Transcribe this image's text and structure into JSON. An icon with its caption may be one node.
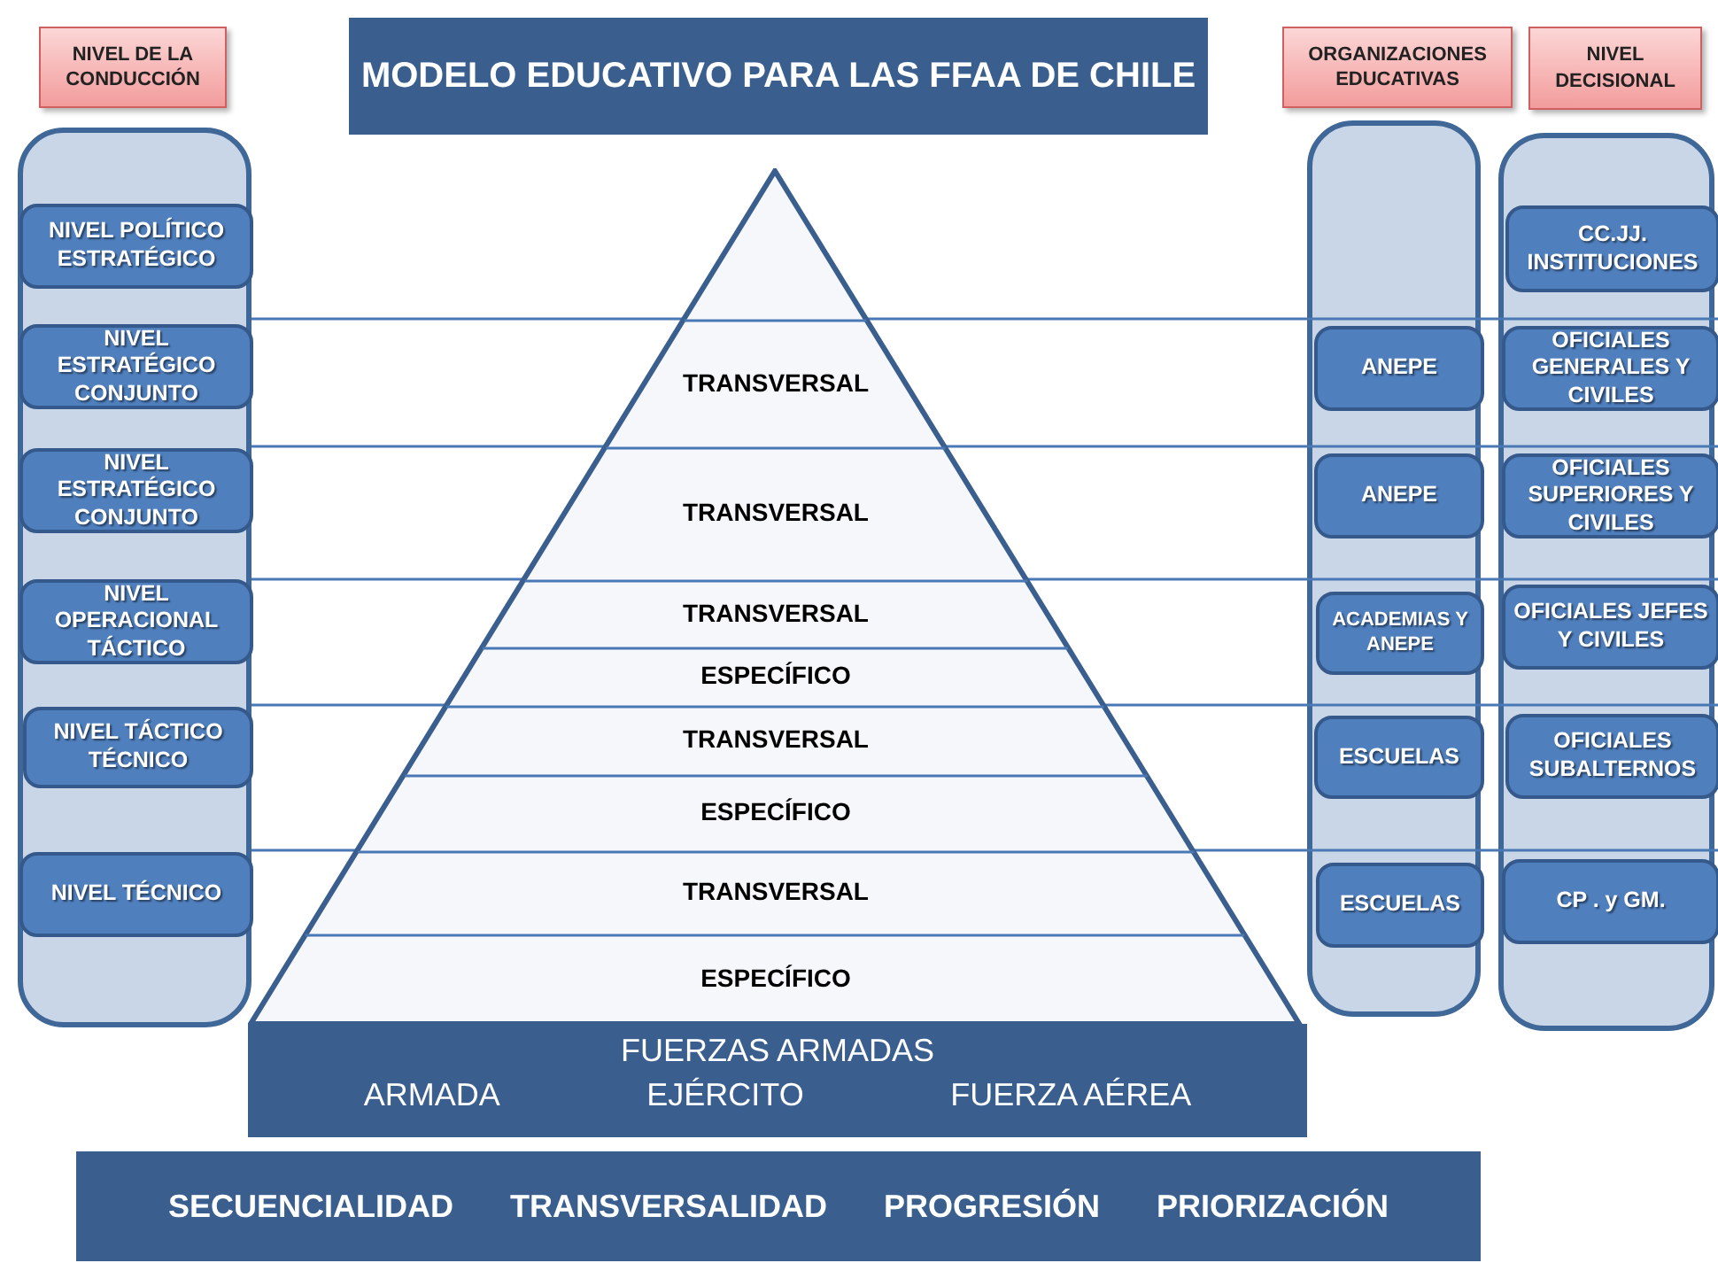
{
  "diagram": {
    "title": "MODELO EDUCATIVO PARA LAS FFAA DE CHILE",
    "nodes": [
      {
        "text": [
          "NIVEL DE LA CONDUCCIÓN"
        ]
      },
      {
        "text": [],
        "shape": "box"
      },
      {
        "text": [
          "NIVEL POLÍTICO ESTRATÉGICO"
        ],
        "in": 1
      },
      {
        "text": [
          "NIVEL ESTRATÉGICO CONJUNTO"
        ],
        "in": 1
      },
      {
        "text": [
          "NIVEL ESTRATÉGICO CONJUNTO"
        ],
        "in": 1
      },
      {
        "text": [
          "NIVEL OPERACIONAL TÁCTICO"
        ],
        "in": 1
      },
      {
        "text": [
          "NIVEL TÁCTICO TÉCNICO"
        ],
        "in": 1
      },
      {
        "text": [
          "NIVEL TÉCNICO"
        ],
        "in": 1
      },
      {
        "text": [],
        "shape": "triangle"
      },
      {
        "text": [
          "TRANSVERSAL"
        ],
        "in": 8
      },
      {
        "text": [
          "TRANSVERSAL"
        ],
        "in": 8
      },
      {
        "text": [
          "TRANSVERSAL"
        ],
        "in": 8
      },
      {
        "text": [
          "ESPECÍFICO"
        ],
        "in": 8
      },
      {
        "text": [
          "TRANSVERSAL"
        ],
        "in": 8
      },
      {
        "text": [
          "ESPECÍFICO"
        ],
        "in": 8
      },
      {
        "text": [
          "TRANSVERSAL"
        ],
        "in": 8
      },
      {
        "text": [
          "ESPECÍFICO"
        ],
        "in": 8
      },
      {
        "text": [
          "ORGANIZACIONES EDUCATIVAS"
        ]
      },
      {
        "text": [],
        "shape": "box"
      },
      {
        "text": [
          "ANEPE"
        ],
        "in": 18
      },
      {
        "text": [
          "ANEPE"
        ],
        "in": 18
      },
      {
        "text": [
          "ACADEMIAS Y ANEPE"
        ],
        "in": 18
      },
      {
        "text": [
          "ESCUELAS"
        ],
        "in": 18
      },
      {
        "text": [
          "ESCUELAS"
        ],
        "in": 18
      },
      {
        "text": [
          "NIVEL DECISIONAL"
        ]
      },
      {
        "text": [],
        "shape": "box"
      },
      {
        "text": [
          "CC.JJ. INSTITUCIONES"
        ],
        "in": 25
      },
      {
        "text": [
          "OFICIALES GENERALES Y CIVILES"
        ],
        "in": 25
      },
      {
        "text": [
          "OFICIALES SUPERIORES Y CIVILES"
        ],
        "in": 25
      },
      {
        "text": [
          "OFICIALES JEFES Y CIVILES"
        ],
        "in": 25
      },
      {
        "text": [
          "OFICIALES SUBALTERNOS"
        ],
        "in": 25
      },
      {
        "text": [
          "CP . y GM."
        ],
        "in": 25
      },
      {
        "text": [
          "FUERZAS ARMADAS",
          "ARMADA",
          "EJÉRCITO",
          "FUERZA AÉREA"
        ]
      },
      {
        "text": [
          "SECUENCIALIDAD",
          "TRANSVERSALIDAD",
          "PROGRESIÓN",
          "PRIORIZACIÓN"
        ]
      }
    ]
  }
}
